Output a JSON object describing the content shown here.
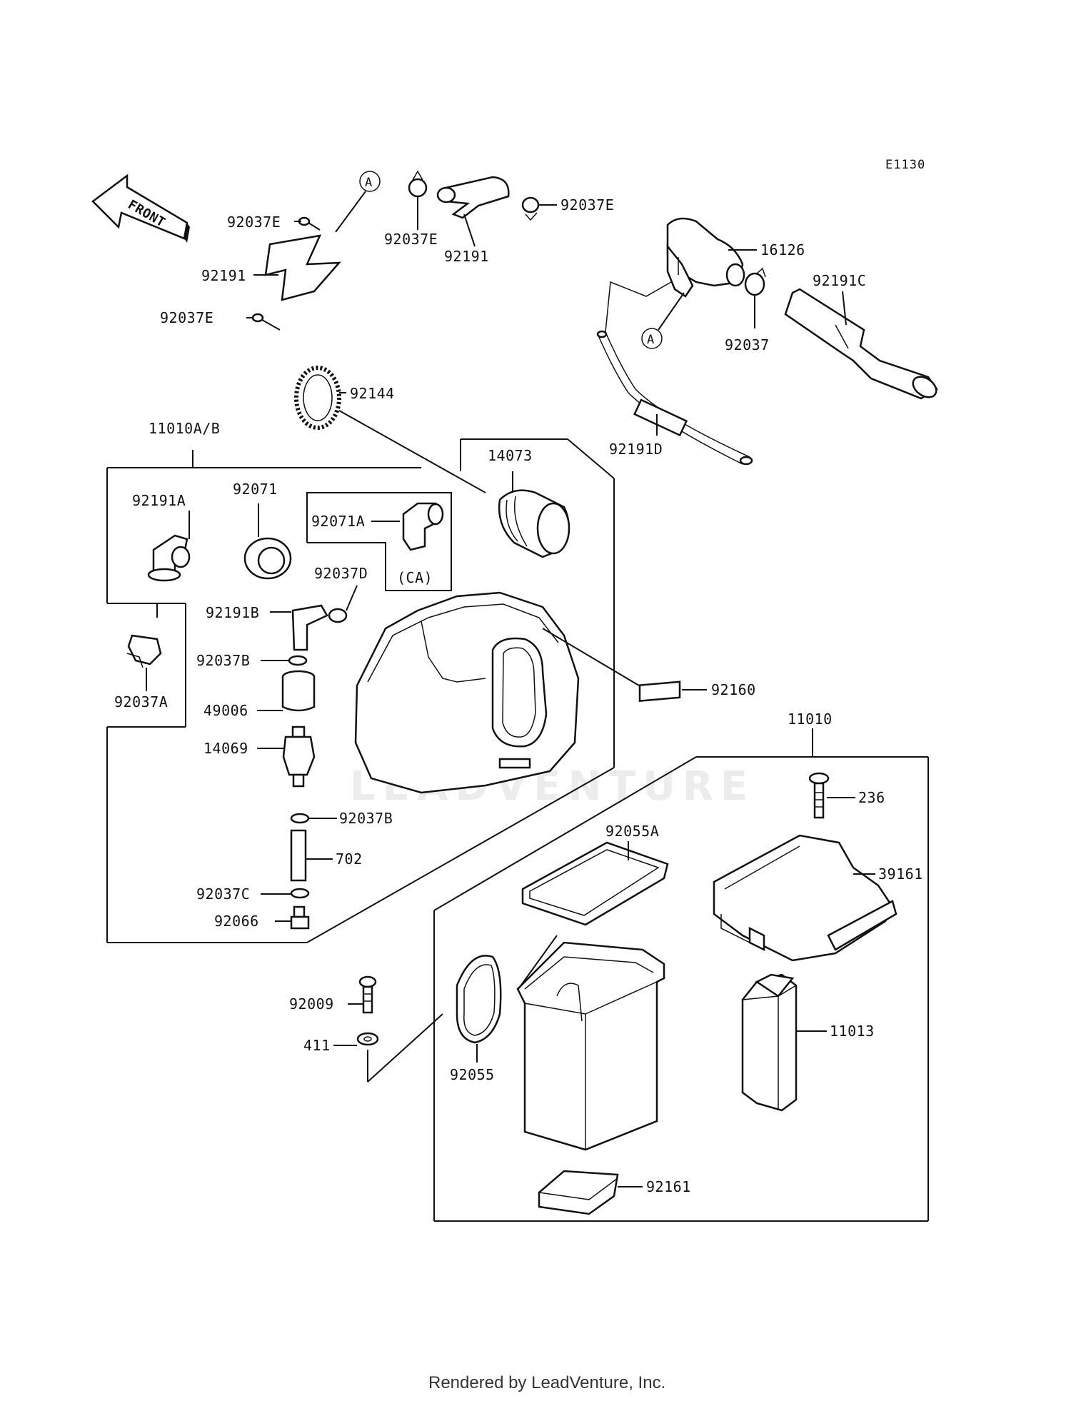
{
  "diagram_code": "E1130",
  "front_label": "FRONT",
  "watermark": "LEADVENTURE",
  "footer": "Rendered by LeadVenture, Inc.",
  "ref_a": "A",
  "ca_note": "(CA)",
  "labels": {
    "p92037E_a": "92037E",
    "p92191_a": "92191",
    "p92037E_b": "92037E",
    "p92037E_c": "92037E",
    "p92191_b": "92191",
    "p92037E_d": "92037E",
    "p16126": "16126",
    "p92191C": "92191C",
    "p92037": "92037",
    "p92144": "92144",
    "p92191D": "92191D",
    "p11010AB": "11010A/B",
    "p14073": "14073",
    "p92191A": "92191A",
    "p92071": "92071",
    "p92071A": "92071A",
    "p92037D": "92037D",
    "p92191B": "92191B",
    "p92037B_a": "92037B",
    "p92037A": "92037A",
    "p49006": "49006",
    "p14069": "14069",
    "p92160": "92160",
    "p11010": "11010",
    "p236": "236",
    "p92037B_b": "92037B",
    "p92055A": "92055A",
    "p702": "702",
    "p39161": "39161",
    "p92037C": "92037C",
    "p92066": "92066",
    "p92009": "92009",
    "p411": "411",
    "p92055": "92055",
    "p11013": "11013",
    "p92161": "92161"
  }
}
